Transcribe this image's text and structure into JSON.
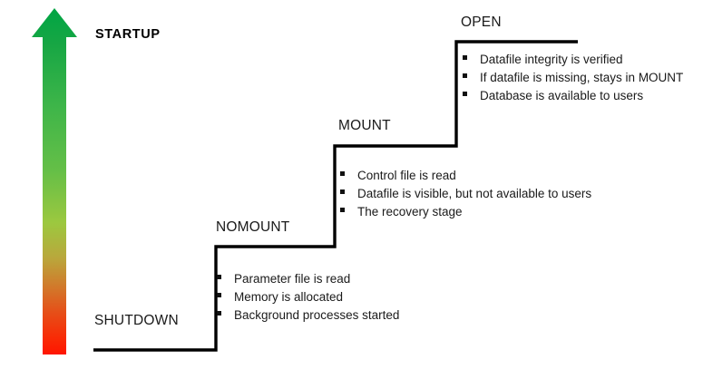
{
  "diagram": {
    "title_label": "STARTUP",
    "axis_arrow": {
      "icon": "upward-arrow-icon",
      "gradient_from": "#00A03C",
      "gradient_mid": "#8CC63F",
      "gradient_to": "#FF1500"
    },
    "line_color": "#000000",
    "stages": [
      {
        "id": "shutdown",
        "label": "SHUTDOWN",
        "bullets": []
      },
      {
        "id": "nomount",
        "label": "NOMOUNT",
        "bullets": [
          "Parameter file is read",
          "Memory is allocated",
          "Background processes started"
        ]
      },
      {
        "id": "mount",
        "label": "MOUNT",
        "bullets": [
          "Control file is read",
          "Datafile is visible, but not available to users",
          "The recovery stage"
        ]
      },
      {
        "id": "open",
        "label": "OPEN",
        "bullets": [
          "Datafile integrity is verified",
          "If datafile is missing, stays in MOUNT",
          "Database is available to users"
        ]
      }
    ]
  }
}
